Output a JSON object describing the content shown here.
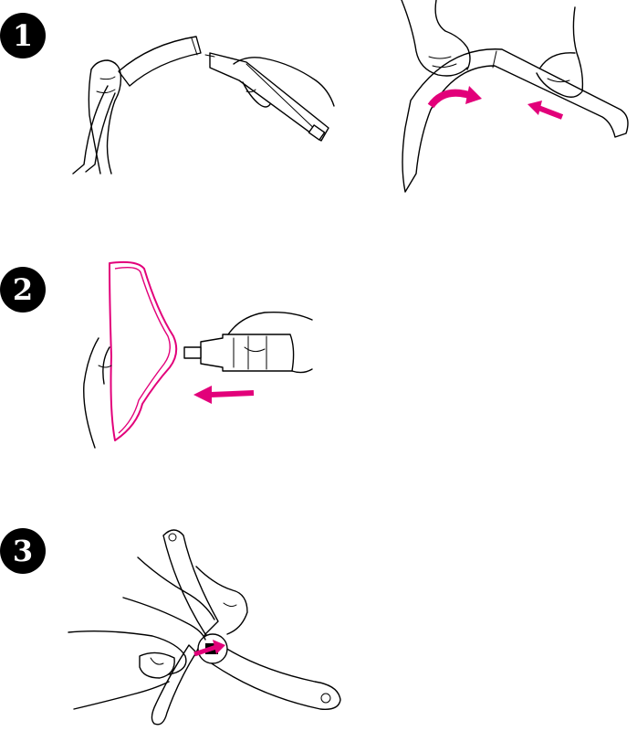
{
  "steps": [
    {
      "number": "1"
    },
    {
      "number": "2"
    },
    {
      "number": "3"
    }
  ],
  "colors": {
    "accent": "#e2007a",
    "badge": "#000000",
    "line": "#000000"
  }
}
